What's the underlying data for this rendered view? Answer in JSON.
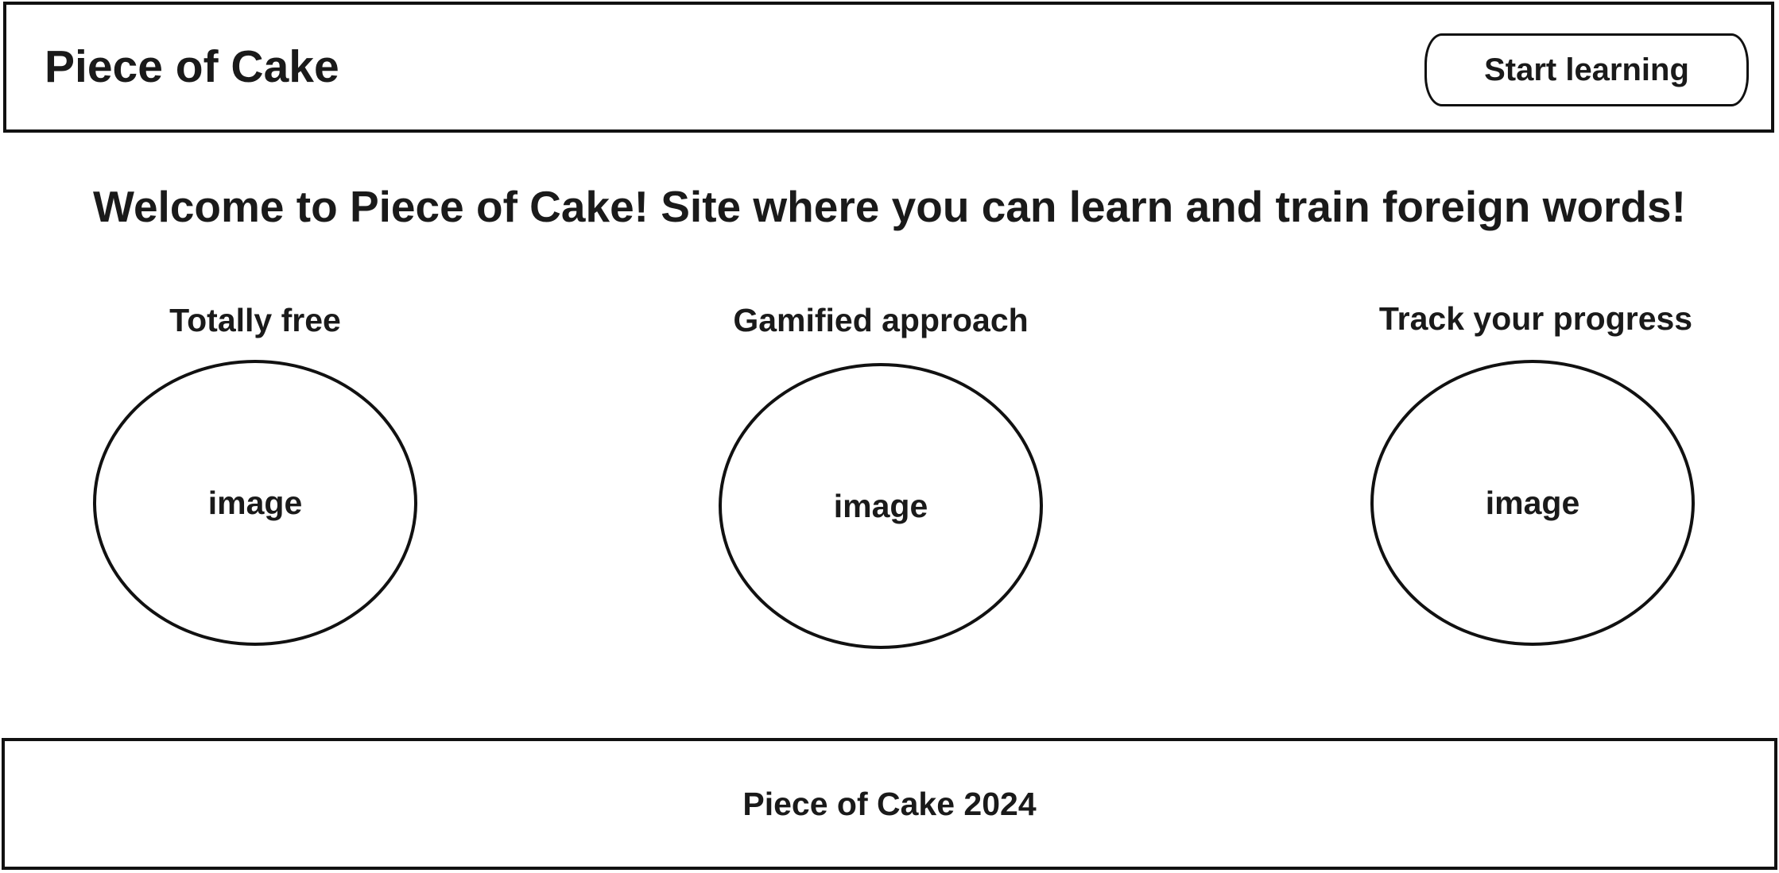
{
  "header": {
    "logo_text": "Piece of Cake",
    "cta_label": "Start learning"
  },
  "main": {
    "welcome": "Welcome to Piece of Cake! Site where you can learn and train foreign words!",
    "features": [
      {
        "title": "Totally free",
        "image_label": "image"
      },
      {
        "title": "Gamified approach",
        "image_label": "image"
      },
      {
        "title": "Track your progress",
        "image_label": "image"
      }
    ]
  },
  "footer": {
    "text": "Piece of Cake 2024"
  }
}
